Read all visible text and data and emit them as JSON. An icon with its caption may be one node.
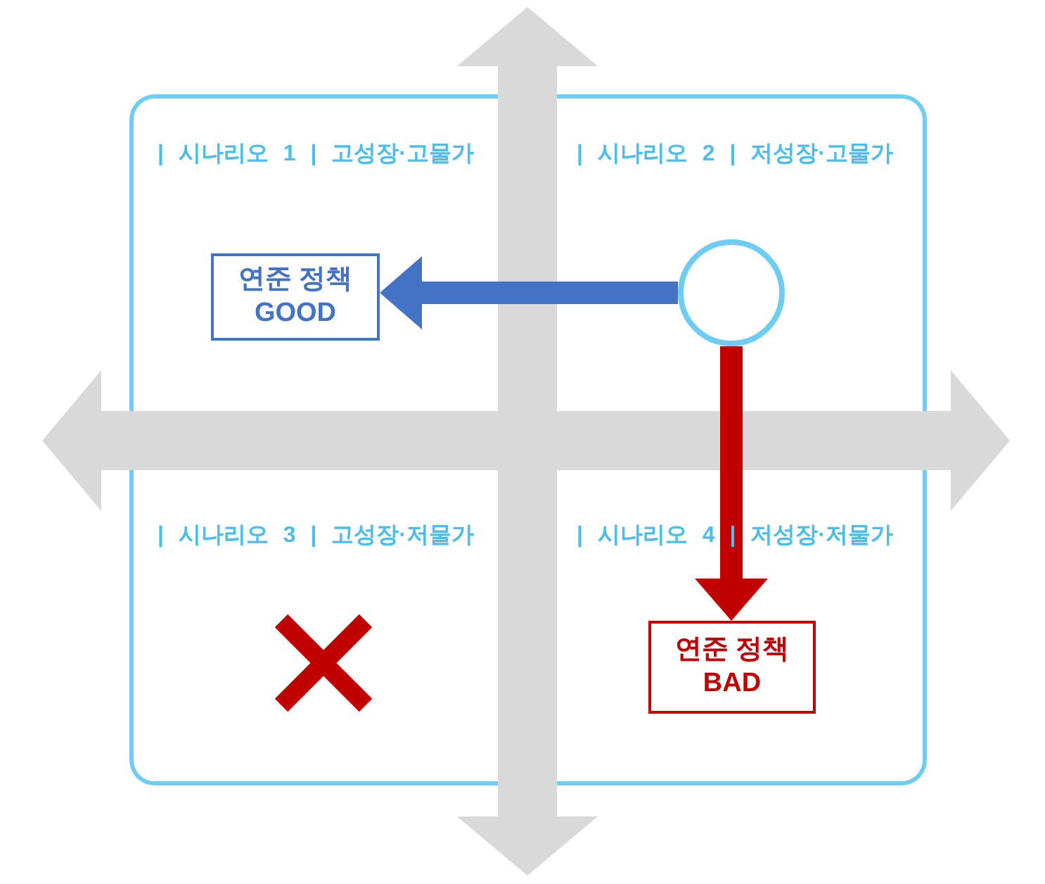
{
  "diagram": {
    "nodes": [
      {
        "text": [
          "| 시나리오 1 | 고성장·고물가"
        ]
      },
      {
        "text": [
          "연준 정책",
          "GOOD"
        ],
        "in": 0
      },
      {
        "text": [
          "| 시나리오 2 | 저성장·고물가"
        ]
      },
      {
        "text": [],
        "shape": "circle",
        "in": 2
      },
      {
        "text": [
          "| 시나리오 3 | 고성장·저물가"
        ]
      },
      {
        "text": [],
        "shape": "cross",
        "in": 4
      },
      {
        "text": [
          "| 시나리오 4 | 저성장·저물가"
        ]
      },
      {
        "text": [
          "연준 정책",
          "BAD"
        ],
        "in": 6
      }
    ],
    "edges": [
      {
        "from": 3,
        "to": 1,
        "arrow": "to",
        "color": "#4472c4"
      },
      {
        "from": 3,
        "to": 7,
        "arrow": "to",
        "color": "#c00000"
      }
    ]
  }
}
